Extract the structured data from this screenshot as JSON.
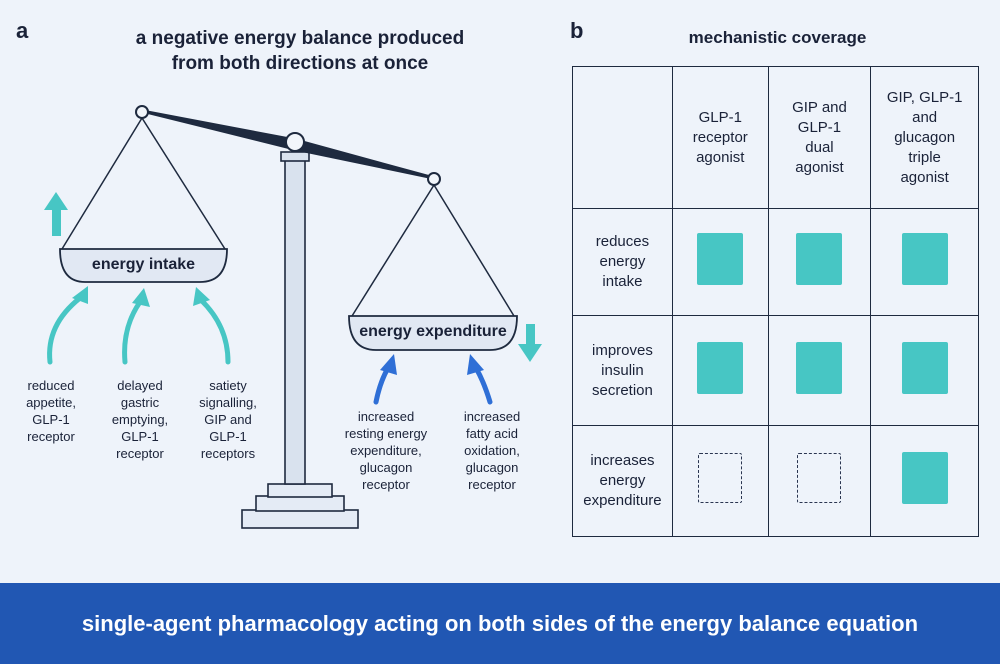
{
  "panel_a": {
    "letter": "a",
    "title_line1": "a negative energy balance produced",
    "title_line2": "from both directions at once",
    "intake_label": "energy intake",
    "expenditure_label": "energy expenditure",
    "intake_arrow_icon": "arrow-up-icon",
    "expenditure_arrow_icon": "arrow-down-icon",
    "intake_mechanisms": [
      {
        "l1": "reduced",
        "l2": "appetite,",
        "l3": "GLP-1",
        "l4": "receptor"
      },
      {
        "l1": "delayed",
        "l2": "gastric",
        "l3": "emptying,",
        "l4": "GLP-1",
        "l5": "receptor"
      },
      {
        "l1": "satiety",
        "l2": "signalling,",
        "l3": "GIP and",
        "l4": "GLP-1",
        "l5": "receptors"
      }
    ],
    "expenditure_mechanisms": [
      {
        "l1": "increased",
        "l2": "resting energy",
        "l3": "expenditure,",
        "l4": "glucagon",
        "l5": "receptor"
      },
      {
        "l1": "increased",
        "l2": "fatty acid",
        "l3": "oxidation,",
        "l4": "glucagon",
        "l5": "receptor"
      }
    ]
  },
  "panel_b": {
    "letter": "b",
    "title": "mechanistic coverage",
    "columns": [
      {
        "l1": "GLP-1",
        "l2": "receptor",
        "l3": "agonist"
      },
      {
        "l1": "GIP and",
        "l2": "GLP-1",
        "l3": "dual",
        "l4": "agonist"
      },
      {
        "l1": "GIP, GLP-1",
        "l2": "and",
        "l3": "glucagon",
        "l4": "triple",
        "l5": "agonist"
      }
    ],
    "rows": [
      {
        "l1": "reduces",
        "l2": "energy",
        "l3": "intake",
        "coverage": [
          true,
          true,
          true
        ]
      },
      {
        "l1": "improves",
        "l2": "insulin",
        "l3": "secretion",
        "coverage": [
          true,
          true,
          true
        ]
      },
      {
        "l1": "increases",
        "l2": "energy",
        "l3": "expenditure",
        "coverage": [
          false,
          false,
          true
        ]
      }
    ]
  },
  "footer": {
    "text": "single-agent pharmacology acting on both sides of the energy balance equation"
  },
  "colors": {
    "background": "#eef3fa",
    "teal": "#47c6c4",
    "blue_arrow": "#2f6fd6",
    "footer_bg": "#2157b3",
    "ink": "#1c2740"
  }
}
